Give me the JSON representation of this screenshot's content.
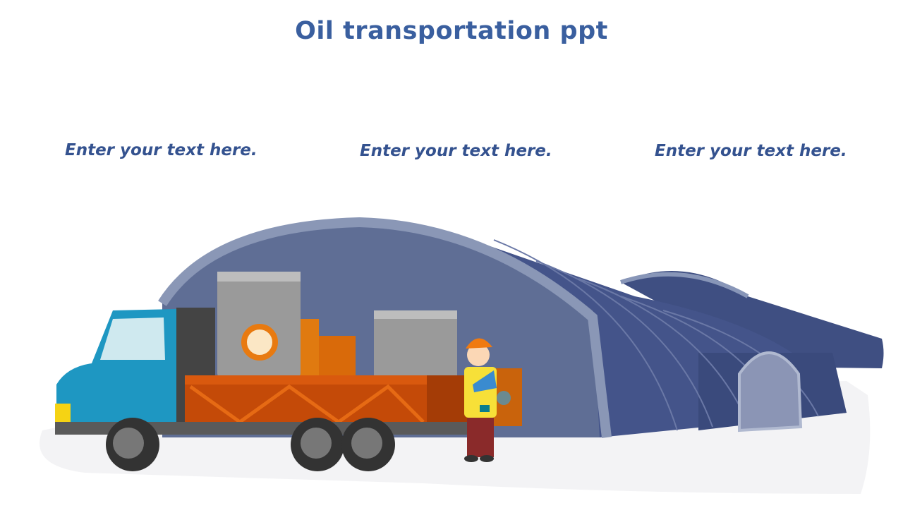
{
  "slide": {
    "title": "Oil transportation ppt",
    "text_boxes": [
      "Enter your text here.",
      "Enter your text here.",
      "Enter your text here."
    ]
  },
  "colors": {
    "title": "#3a5f9f",
    "body_text": "#34528f",
    "hangar": "#4a5a8c",
    "truck_cab": "#1e97c2",
    "truck_bed": "#c44a08",
    "barrel_orange": "#e87a10"
  }
}
